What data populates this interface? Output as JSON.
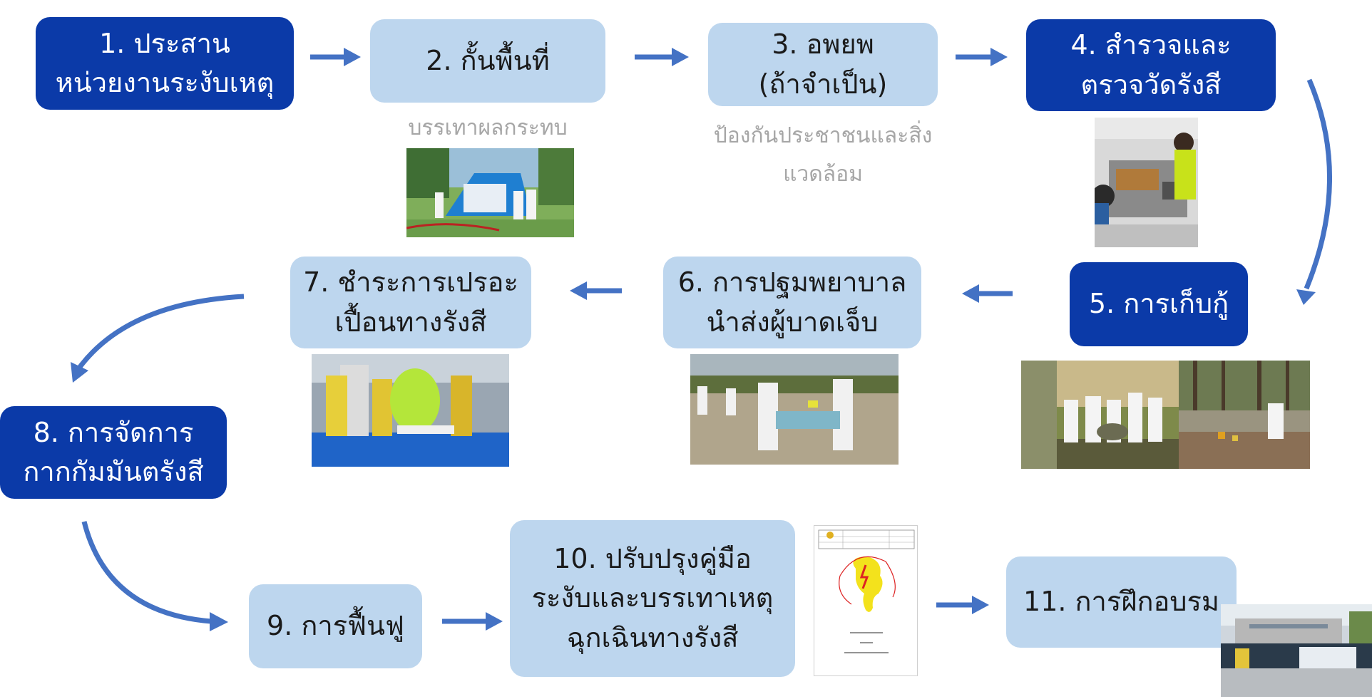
{
  "steps": [
    {
      "id": 1,
      "lines": [
        "1. ประสาน",
        "หน่วยงานระงับเหตุ"
      ],
      "style": "dark"
    },
    {
      "id": 2,
      "lines": [
        "2. กั้นพื้นที่"
      ],
      "style": "light"
    },
    {
      "id": 3,
      "lines": [
        "3. อพยพ",
        "(ถ้าจำเป็น)"
      ],
      "style": "light"
    },
    {
      "id": 4,
      "lines": [
        "4. สำรวจและ",
        "ตรวจวัดรังสี"
      ],
      "style": "dark"
    },
    {
      "id": 5,
      "lines": [
        "5. การเก็บกู้"
      ],
      "style": "dark"
    },
    {
      "id": 6,
      "lines": [
        "6. การปฐมพยาบาล",
        "นำส่งผู้บาดเจ็บ"
      ],
      "style": "light"
    },
    {
      "id": 7,
      "lines": [
        "7. ชำระการเปรอะ",
        "เปื้อนทางรังสี"
      ],
      "style": "light"
    },
    {
      "id": 8,
      "lines": [
        "8. การจัดการ",
        "กากกัมมันตรังสี"
      ],
      "style": "dark"
    },
    {
      "id": 9,
      "lines": [
        "9. การฟื้นฟู"
      ],
      "style": "light"
    },
    {
      "id": 10,
      "lines": [
        "10. ปรับปรุงคู่มือ",
        "ระงับและบรรเทาเหตุ",
        "ฉุกเฉินทางรังสี"
      ],
      "style": "light"
    },
    {
      "id": 11,
      "lines": [
        "11. การฝึกอบรม"
      ],
      "style": "light"
    }
  ],
  "notes": {
    "step2": [
      "บรรเทาผลกระทบ"
    ],
    "step3": [
      "ป้องกันประชาชน",
      "และสิ่งแวดล้อม"
    ]
  },
  "colors": {
    "dark_box": "#0b3aa8",
    "light_box": "#bdd6ee",
    "arrow": "#4472c4",
    "note_text": "#a6a6a6"
  }
}
